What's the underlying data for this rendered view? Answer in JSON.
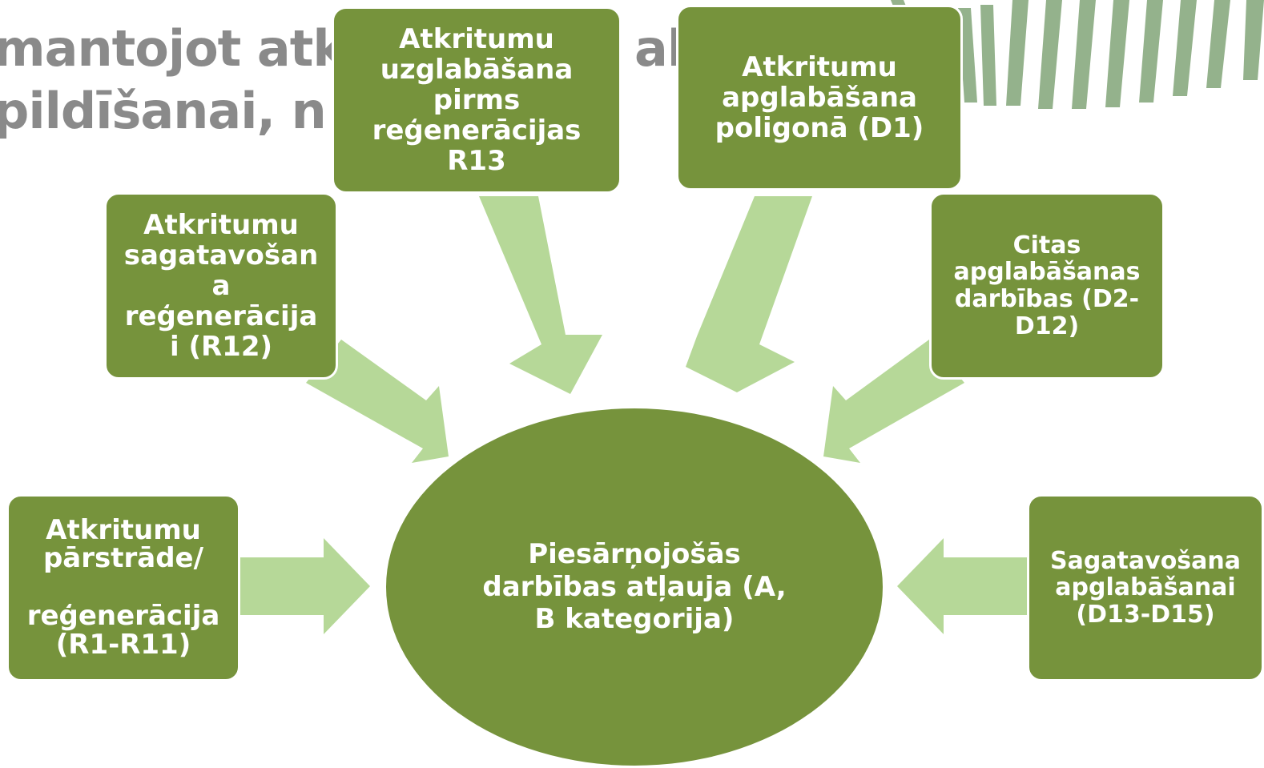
{
  "header": {
    "title_line1": "mantojot atkr",
    "title_line1_tail": "ak",
    "title_line2": "pildīšanai, n"
  },
  "center": {
    "label": "Piesārņojošās\ndarbības atļauja (A,\nB kategorija)"
  },
  "boxes": {
    "r13": "Atkritumu\nuzglabāšana\npirms\nreģenerācijas\nR13",
    "d1": "Atkritumu\napglabāšana\npoligonā (D1)",
    "r12": "Atkritumu\nsagatavošan\na\nreģenerācija\ni (R12)",
    "d2_d12": "Citas\napglabāšanas\ndarbības (D2-\nD12)",
    "r1_r11": "Atkritumu\npārstrāde/\n\nreģenerācija\n(R1-R11)",
    "d13_d15": "Sagatavošana\napglabāšanai\n(D13-D15)"
  },
  "colors": {
    "box_fill": "#76933c",
    "arrow_fill": "#b6d898",
    "title_gray": "#8a8a8a",
    "deco_green": "#8fae86"
  },
  "icons": [
    "decorative-stripes-icon",
    "arrow-icon"
  ]
}
